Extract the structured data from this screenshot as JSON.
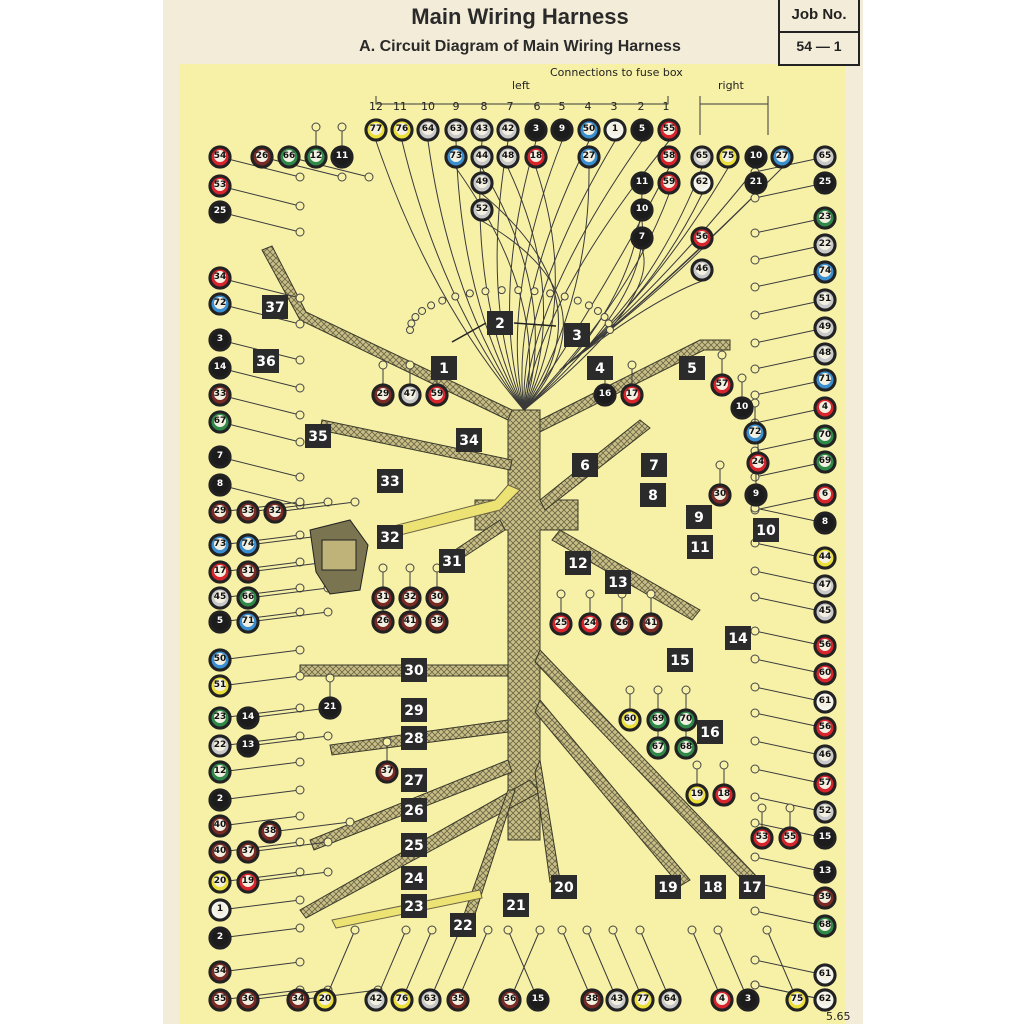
{
  "header": {
    "title": "Main Wiring Harness",
    "subtitle": "A. Circuit Diagram of Main Wiring Harness",
    "job_label": "Job No.",
    "job_number": "54 — 1"
  },
  "fusebox": {
    "caption": "Connections to fuse box",
    "left_label": "left",
    "right_label": "right",
    "slots": [
      "12",
      "11",
      "10",
      "9",
      "8",
      "7",
      "6",
      "5",
      "4",
      "3",
      "2",
      "1"
    ]
  },
  "colors": {
    "harness": "#b9b07a",
    "background": "#f7f1a8",
    "label_box": "#2b2b2b",
    "red": "#d8242c",
    "black": "#1c1c1c",
    "brown": "#7a2a24",
    "green": "#2f8a4a",
    "blue": "#3a8fd0",
    "grey": "#c9c9c9",
    "yellow": "#ecdf3a",
    "white": "#f5f5f0"
  },
  "branch_labels": [
    "1",
    "2",
    "3",
    "4",
    "5",
    "6",
    "7",
    "8",
    "9",
    "10",
    "11",
    "12",
    "13",
    "14",
    "15",
    "16",
    "17",
    "18",
    "19",
    "20",
    "21",
    "22",
    "23",
    "24",
    "25",
    "26",
    "27",
    "28",
    "29",
    "30",
    "31",
    "32",
    "33",
    "34",
    "35",
    "36",
    "37"
  ],
  "terminals": [
    {
      "n": "77",
      "c": "yellow"
    },
    {
      "n": "76",
      "c": "yellow"
    },
    {
      "n": "64",
      "c": "grey"
    },
    {
      "n": "63",
      "c": "grey"
    },
    {
      "n": "43",
      "c": "grey"
    },
    {
      "n": "42",
      "c": "grey"
    },
    {
      "n": "3",
      "c": "black"
    },
    {
      "n": "9",
      "c": "black"
    },
    {
      "n": "50",
      "c": "blue"
    },
    {
      "n": "1",
      "c": "white"
    },
    {
      "n": "5",
      "c": "black"
    },
    {
      "n": "55",
      "c": "red"
    },
    {
      "n": "73",
      "c": "blue"
    },
    {
      "n": "44",
      "c": "grey"
    },
    {
      "n": "48",
      "c": "grey"
    },
    {
      "n": "18",
      "c": "red"
    },
    {
      "n": "27",
      "c": "blue"
    },
    {
      "n": "58",
      "c": "red"
    },
    {
      "n": "49",
      "c": "grey"
    },
    {
      "n": "52",
      "c": "grey"
    },
    {
      "n": "59",
      "c": "red"
    },
    {
      "n": "11",
      "c": "black"
    },
    {
      "n": "10",
      "c": "black"
    },
    {
      "n": "7",
      "c": "black"
    },
    {
      "n": "65",
      "c": "grey"
    },
    {
      "n": "75",
      "c": "yellow"
    },
    {
      "n": "10",
      "c": "black"
    },
    {
      "n": "27",
      "c": "blue"
    },
    {
      "n": "62",
      "c": "white"
    },
    {
      "n": "21",
      "c": "black"
    },
    {
      "n": "56",
      "c": "red"
    },
    {
      "n": "46",
      "c": "grey"
    },
    {
      "n": "54",
      "c": "red"
    },
    {
      "n": "26",
      "c": "brown"
    },
    {
      "n": "66",
      "c": "green"
    },
    {
      "n": "12",
      "c": "green"
    },
    {
      "n": "11",
      "c": "black"
    },
    {
      "n": "53",
      "c": "red"
    },
    {
      "n": "25",
      "c": "black"
    },
    {
      "n": "34",
      "c": "red"
    },
    {
      "n": "72",
      "c": "blue"
    },
    {
      "n": "3",
      "c": "black"
    },
    {
      "n": "14",
      "c": "black"
    },
    {
      "n": "33",
      "c": "brown"
    },
    {
      "n": "67",
      "c": "green"
    },
    {
      "n": "7",
      "c": "black"
    },
    {
      "n": "8",
      "c": "black"
    },
    {
      "n": "29",
      "c": "brown"
    },
    {
      "n": "33",
      "c": "brown"
    },
    {
      "n": "32",
      "c": "brown"
    },
    {
      "n": "73",
      "c": "blue"
    },
    {
      "n": "74",
      "c": "blue"
    },
    {
      "n": "17",
      "c": "red"
    },
    {
      "n": "31",
      "c": "brown"
    },
    {
      "n": "45",
      "c": "grey"
    },
    {
      "n": "66",
      "c": "green"
    },
    {
      "n": "5",
      "c": "black"
    },
    {
      "n": "71",
      "c": "blue"
    },
    {
      "n": "29",
      "c": "brown"
    },
    {
      "n": "47",
      "c": "grey"
    },
    {
      "n": "59",
      "c": "red"
    },
    {
      "n": "16",
      "c": "black"
    },
    {
      "n": "17",
      "c": "red"
    },
    {
      "n": "31",
      "c": "brown"
    },
    {
      "n": "32",
      "c": "brown"
    },
    {
      "n": "30",
      "c": "brown"
    },
    {
      "n": "26",
      "c": "brown"
    },
    {
      "n": "41",
      "c": "brown"
    },
    {
      "n": "39",
      "c": "brown"
    },
    {
      "n": "25",
      "c": "red"
    },
    {
      "n": "24",
      "c": "red"
    },
    {
      "n": "26",
      "c": "brown"
    },
    {
      "n": "41",
      "c": "brown"
    },
    {
      "n": "65",
      "c": "grey"
    },
    {
      "n": "25",
      "c": "black"
    },
    {
      "n": "23",
      "c": "green"
    },
    {
      "n": "22",
      "c": "grey"
    },
    {
      "n": "74",
      "c": "blue"
    },
    {
      "n": "51",
      "c": "grey"
    },
    {
      "n": "49",
      "c": "grey"
    },
    {
      "n": "48",
      "c": "grey"
    },
    {
      "n": "71",
      "c": "blue"
    },
    {
      "n": "4",
      "c": "red"
    },
    {
      "n": "70",
      "c": "green"
    },
    {
      "n": "69",
      "c": "green"
    },
    {
      "n": "57",
      "c": "red"
    },
    {
      "n": "10",
      "c": "black"
    },
    {
      "n": "72",
      "c": "blue"
    },
    {
      "n": "24",
      "c": "red"
    },
    {
      "n": "30",
      "c": "brown"
    },
    {
      "n": "9",
      "c": "black"
    },
    {
      "n": "6",
      "c": "red"
    },
    {
      "n": "8",
      "c": "black"
    },
    {
      "n": "44",
      "c": "yellow"
    },
    {
      "n": "47",
      "c": "grey"
    },
    {
      "n": "45",
      "c": "grey"
    },
    {
      "n": "56",
      "c": "red"
    },
    {
      "n": "60",
      "c": "red"
    },
    {
      "n": "61",
      "c": "white"
    },
    {
      "n": "56",
      "c": "red"
    },
    {
      "n": "46",
      "c": "grey"
    },
    {
      "n": "57",
      "c": "red"
    },
    {
      "n": "52",
      "c": "grey"
    },
    {
      "n": "15",
      "c": "black"
    },
    {
      "n": "60",
      "c": "yellow"
    },
    {
      "n": "69",
      "c": "green"
    },
    {
      "n": "70",
      "c": "green"
    },
    {
      "n": "67",
      "c": "green"
    },
    {
      "n": "68",
      "c": "green"
    },
    {
      "n": "19",
      "c": "yellow"
    },
    {
      "n": "18",
      "c": "red"
    },
    {
      "n": "53",
      "c": "red"
    },
    {
      "n": "55",
      "c": "red"
    },
    {
      "n": "50",
      "c": "blue"
    },
    {
      "n": "51",
      "c": "yellow"
    },
    {
      "n": "21",
      "c": "black"
    },
    {
      "n": "23",
      "c": "green"
    },
    {
      "n": "14",
      "c": "black"
    },
    {
      "n": "22",
      "c": "grey"
    },
    {
      "n": "13",
      "c": "black"
    },
    {
      "n": "12",
      "c": "green"
    },
    {
      "n": "37",
      "c": "brown"
    },
    {
      "n": "2",
      "c": "black"
    },
    {
      "n": "40",
      "c": "brown"
    },
    {
      "n": "38",
      "c": "brown"
    },
    {
      "n": "40",
      "c": "brown"
    },
    {
      "n": "37",
      "c": "brown"
    },
    {
      "n": "20",
      "c": "yellow"
    },
    {
      "n": "19",
      "c": "red"
    },
    {
      "n": "1",
      "c": "white"
    },
    {
      "n": "2",
      "c": "black"
    },
    {
      "n": "34",
      "c": "brown"
    },
    {
      "n": "13",
      "c": "black"
    },
    {
      "n": "39",
      "c": "brown"
    },
    {
      "n": "68",
      "c": "green"
    },
    {
      "n": "61",
      "c": "white"
    },
    {
      "n": "62",
      "c": "white"
    },
    {
      "n": "35",
      "c": "brown"
    },
    {
      "n": "36",
      "c": "brown"
    },
    {
      "n": "34",
      "c": "brown"
    },
    {
      "n": "20",
      "c": "yellow"
    },
    {
      "n": "42",
      "c": "grey"
    },
    {
      "n": "76",
      "c": "yellow"
    },
    {
      "n": "63",
      "c": "grey"
    },
    {
      "n": "35",
      "c": "brown"
    },
    {
      "n": "36",
      "c": "brown"
    },
    {
      "n": "15",
      "c": "black"
    },
    {
      "n": "38",
      "c": "brown"
    },
    {
      "n": "43",
      "c": "grey"
    },
    {
      "n": "77",
      "c": "yellow"
    },
    {
      "n": "64",
      "c": "grey"
    },
    {
      "n": "4",
      "c": "red"
    },
    {
      "n": "3",
      "c": "black"
    },
    {
      "n": "75",
      "c": "yellow"
    },
    {
      "n": "62",
      "c": "white"
    }
  ],
  "footer_mark": "5.65"
}
